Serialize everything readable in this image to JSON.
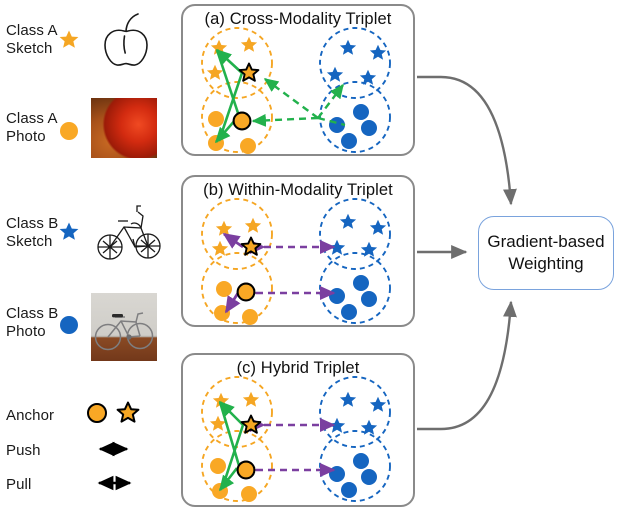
{
  "legend": {
    "items": [
      {
        "id": "class-a-sketch",
        "label": "Class A\nSketch",
        "marker": "star",
        "color": "#F5A623",
        "thumb": "apple-sketch-icon"
      },
      {
        "id": "class-a-photo",
        "label": "Class A\nPhoto",
        "marker": "circle",
        "color": "#F9A825",
        "thumb": "apple-photo"
      },
      {
        "id": "class-b-sketch",
        "label": "Class B\nSketch",
        "marker": "star",
        "color": "#1565C0",
        "thumb": "bicycle-sketch-icon"
      },
      {
        "id": "class-b-photo",
        "label": "Class B\nPhoto",
        "marker": "circle",
        "color": "#1565C0",
        "thumb": "bicycle-photo"
      }
    ],
    "symbols": [
      {
        "id": "anchor",
        "label": "Anchor",
        "glyph": "anchor-circle-and-star-icon"
      },
      {
        "id": "push",
        "label": "Push",
        "glyph": "double-headed-dashed-arrow-icon"
      },
      {
        "id": "pull",
        "label": "Pull",
        "glyph": "double-headed-solid-arrow-icon"
      }
    ]
  },
  "panels": [
    {
      "id": "panel-a",
      "title": "(a) Cross-Modality Triplet"
    },
    {
      "id": "panel-b",
      "title": "(b) Within-Modality Triplet"
    },
    {
      "id": "panel-c",
      "title": "(c) Hybrid Triplet"
    }
  ],
  "output_box": {
    "id": "gradient-based-weighting",
    "label": "Gradient-based\nWeighting",
    "border_color": "#7aa3dd"
  },
  "colors": {
    "orange": "#F5A623",
    "blue": "#1565C0",
    "green": "#22B14C",
    "purple": "#7B3FA0",
    "gray_arrow": "#6e6e6e",
    "panel_border": "#8a8a8a"
  },
  "chart_data": {
    "type": "diagram",
    "title": "Cross-modality / within-modality / hybrid triplet construction feeding gradient-based weighting",
    "clusters": {
      "orange_sketch": "Class A sketches (orange stars)",
      "orange_photo": "Class A photos (orange circles)",
      "blue_sketch": "Class B sketches (blue stars)",
      "blue_photo": "Class B photos (blue circles)"
    },
    "panel_a_edges": [
      {
        "type": "pull",
        "style": "solid",
        "color": "#22B14C",
        "from": "anchor-star",
        "to": "orange-circle"
      },
      {
        "type": "pull",
        "style": "solid",
        "color": "#22B14C",
        "from": "anchor-circle",
        "to": "orange-star"
      },
      {
        "type": "push",
        "style": "dashed",
        "color": "#22B14C",
        "from": "anchor-star",
        "to": "blue-circle"
      },
      {
        "type": "push",
        "style": "dashed",
        "color": "#22B14C",
        "from": "anchor-circle",
        "to": "blue-star"
      }
    ],
    "panel_b_edges": [
      {
        "type": "pull",
        "style": "solid",
        "color": "#7B3FA0",
        "from": "anchor-star",
        "to": "orange-star"
      },
      {
        "type": "pull",
        "style": "solid",
        "color": "#7B3FA0",
        "from": "anchor-circle",
        "to": "orange-circle"
      },
      {
        "type": "push",
        "style": "dashed",
        "color": "#7B3FA0",
        "from": "anchor-star",
        "to": "blue-star"
      },
      {
        "type": "push",
        "style": "dashed",
        "color": "#7B3FA0",
        "from": "anchor-circle",
        "to": "blue-circle"
      }
    ],
    "panel_c_edges": [
      {
        "type": "pull",
        "style": "solid",
        "color": "#22B14C",
        "from": "anchor-star",
        "to": "orange-circle"
      },
      {
        "type": "pull",
        "style": "solid",
        "color": "#22B14C",
        "from": "anchor-circle",
        "to": "orange-star"
      },
      {
        "type": "push",
        "style": "dashed",
        "color": "#7B3FA0",
        "from": "anchor-star",
        "to": "blue-star"
      },
      {
        "type": "push",
        "style": "dashed",
        "color": "#7B3FA0",
        "from": "anchor-circle",
        "to": "blue-circle"
      }
    ],
    "flow": [
      "panel-a -> gradient-based-weighting",
      "panel-b -> gradient-based-weighting",
      "panel-c -> gradient-based-weighting"
    ]
  }
}
